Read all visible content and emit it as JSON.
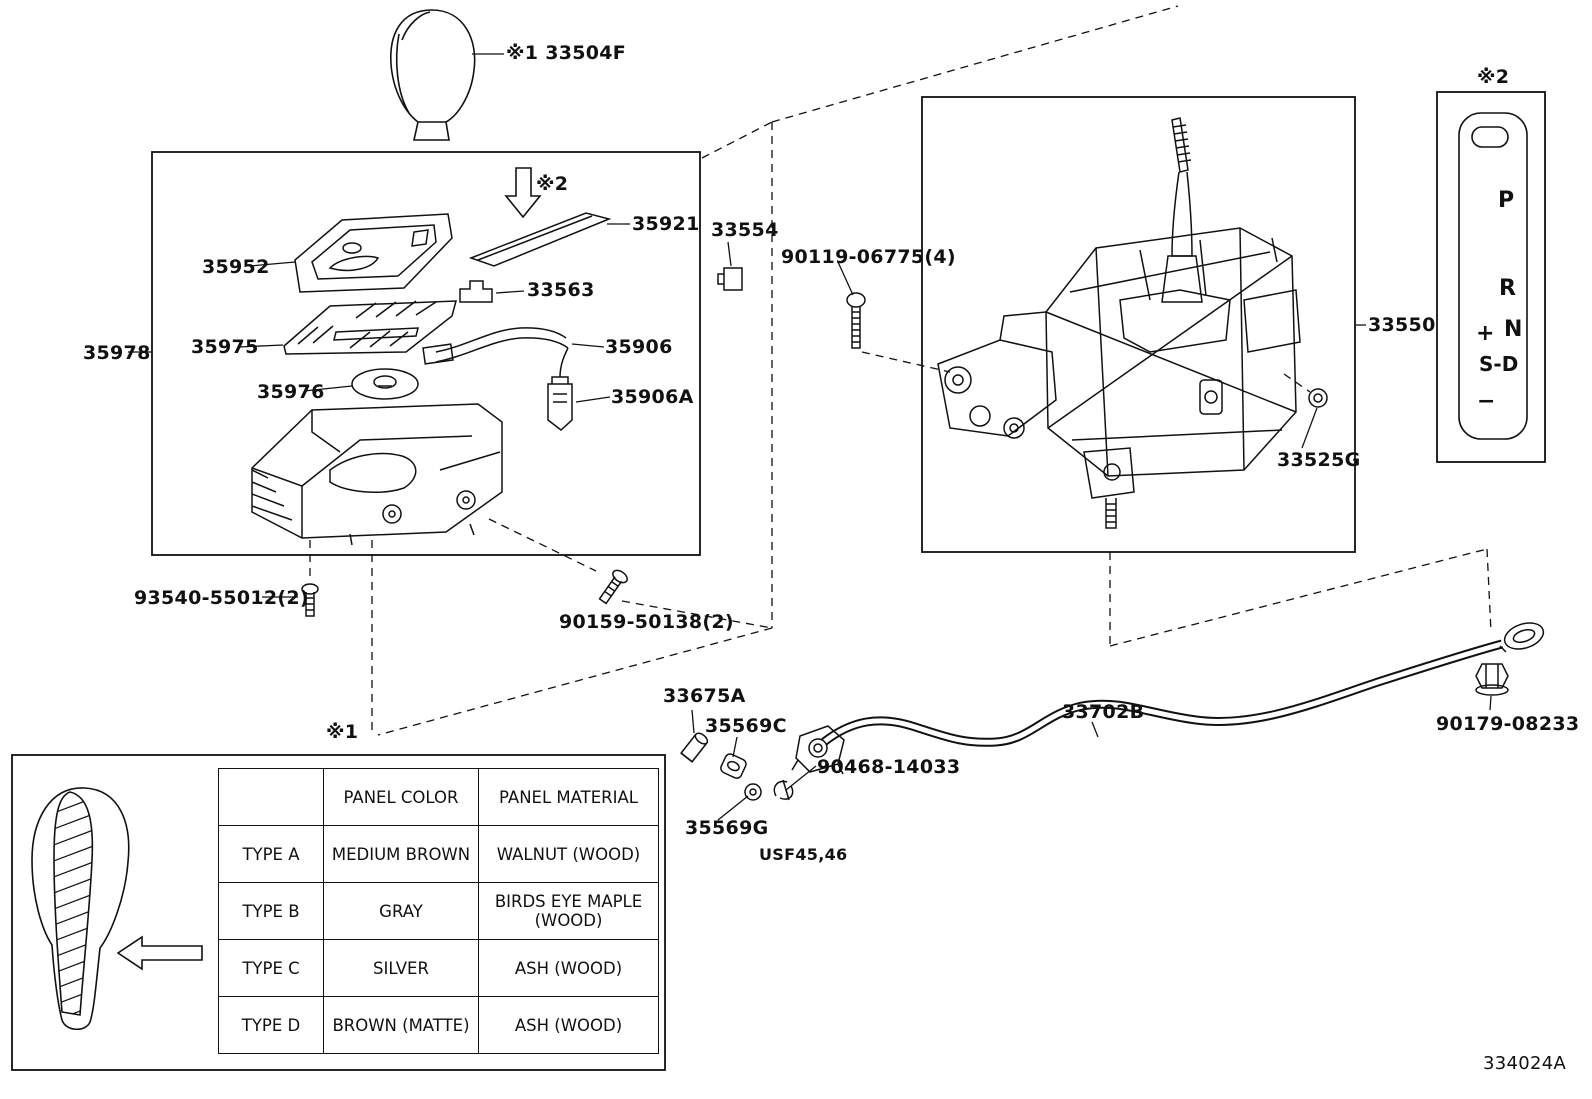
{
  "diagram_id": "334024A",
  "labels": {
    "knob_top": "※1 33504F",
    "p35921": "35921",
    "p35952": "35952",
    "arrow_ref": "※2",
    "p33554": "33554",
    "p90119": "90119-06775(4)",
    "p33563": "33563",
    "p35978": "35978",
    "p35975": "35975",
    "p35906": "35906",
    "p35976": "35976",
    "p35906a": "35906A",
    "p33550": "33550",
    "p33525g": "33525G",
    "indicator_ref": "※2",
    "p93540": "93540-55012(2)",
    "p90159": "90159-50138(2)",
    "table_ref": "※1",
    "p33675a": "33675A",
    "p35569c": "35569C",
    "p35569g": "35569G",
    "p90468": "90468-14033",
    "usf": "USF45,46",
    "p33702b": "33702B",
    "p90179": "90179-08233"
  },
  "indicator": {
    "p": "P",
    "r": "R",
    "plus": "+",
    "n": "N",
    "sd": "S-D",
    "minus": "−"
  },
  "table": {
    "headers": [
      "",
      "PANEL COLOR",
      "PANEL MATERIAL"
    ],
    "rows": [
      [
        "TYPE A",
        "MEDIUM BROWN",
        "WALNUT (WOOD)"
      ],
      [
        "TYPE B",
        "GRAY",
        "BIRDS EYE MAPLE (WOOD)"
      ],
      [
        "TYPE C",
        "SILVER",
        "ASH (WOOD)"
      ],
      [
        "TYPE D",
        "BROWN (MATTE)",
        "ASH (WOOD)"
      ]
    ]
  }
}
